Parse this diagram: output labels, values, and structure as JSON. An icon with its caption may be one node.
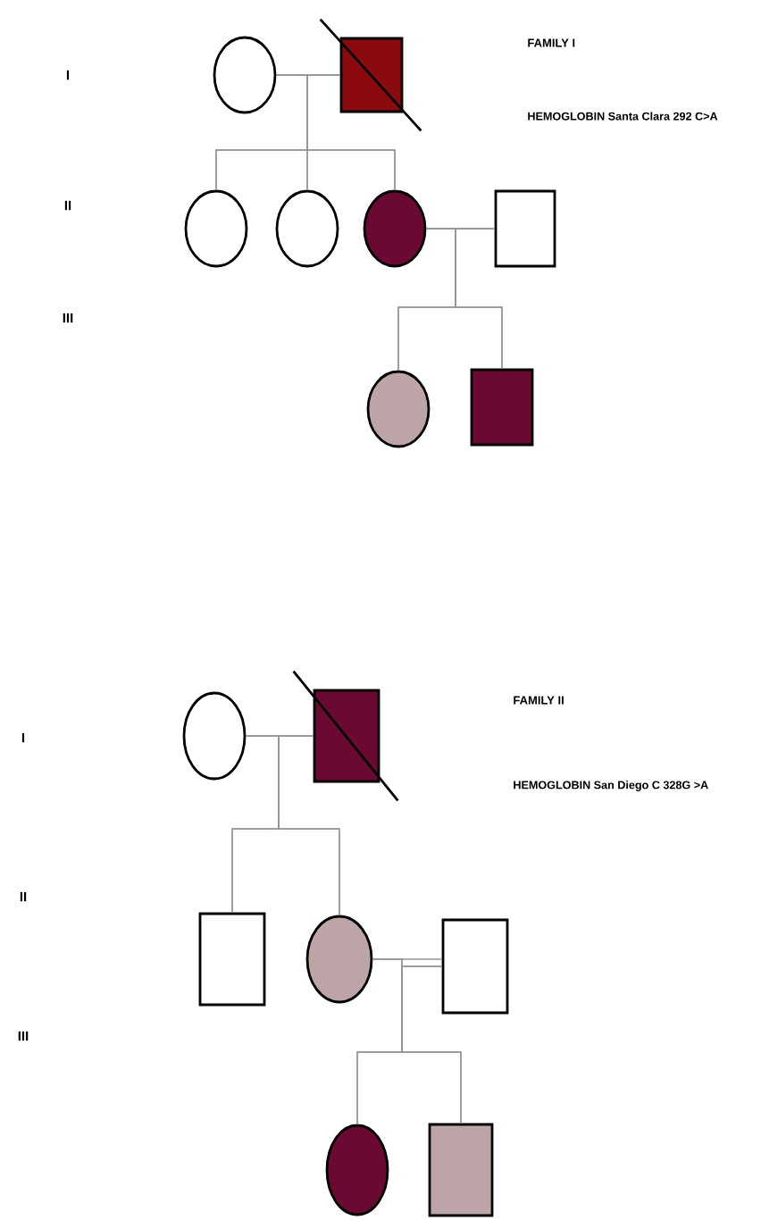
{
  "diagram": {
    "nodes": [
      {
        "text": [],
        "shape": "circle"
      },
      {
        "text": [],
        "shape": "box"
      },
      {
        "text": [],
        "shape": "circle"
      },
      {
        "text": [],
        "shape": "circle"
      },
      {
        "text": [],
        "shape": "circle"
      },
      {
        "text": [],
        "shape": "box"
      },
      {
        "text": [],
        "shape": "circle"
      },
      {
        "text": [],
        "shape": "box"
      },
      {
        "text": [],
        "shape": "circle"
      },
      {
        "text": [],
        "shape": "box"
      },
      {
        "text": [],
        "shape": "box"
      },
      {
        "text": [],
        "shape": "circle"
      },
      {
        "text": [],
        "shape": "box"
      },
      {
        "text": [],
        "shape": "circle"
      },
      {
        "text": [],
        "shape": "box"
      }
    ],
    "edges": [
      {
        "from": 0,
        "to": 1,
        "arrow": "none"
      },
      {
        "from": 0,
        "to": 2,
        "arrow": "none"
      },
      {
        "from": 0,
        "to": 3,
        "arrow": "none"
      },
      {
        "from": 0,
        "to": 4,
        "arrow": "none"
      },
      {
        "from": 1,
        "to": 2,
        "arrow": "none"
      },
      {
        "from": 1,
        "to": 3,
        "arrow": "none"
      },
      {
        "from": 1,
        "to": 4,
        "arrow": "none"
      },
      {
        "from": 4,
        "to": 5,
        "arrow": "none"
      },
      {
        "from": 4,
        "to": 6,
        "arrow": "none"
      },
      {
        "from": 4,
        "to": 7,
        "arrow": "none"
      },
      {
        "from": 5,
        "to": 6,
        "arrow": "none"
      },
      {
        "from": 5,
        "to": 7,
        "arrow": "none"
      },
      {
        "from": 8,
        "to": 9,
        "arrow": "none"
      },
      {
        "from": 8,
        "to": 10,
        "arrow": "none"
      },
      {
        "from": 8,
        "to": 11,
        "arrow": "none"
      },
      {
        "from": 9,
        "to": 10,
        "arrow": "none"
      },
      {
        "from": 9,
        "to": 11,
        "arrow": "none"
      },
      {
        "from": 11,
        "to": 12,
        "arrow": "none"
      },
      {
        "from": 11,
        "to": 13,
        "arrow": "none"
      },
      {
        "from": 11,
        "to": 14,
        "arrow": "none"
      },
      {
        "from": 12,
        "to": 13,
        "arrow": "none"
      },
      {
        "from": 12,
        "to": 14,
        "arrow": "none"
      }
    ],
    "labels": [
      "FAMILY I",
      "I",
      "HEMOGLOBIN Santa Clara 292 C>A",
      "II",
      "III",
      "FAMILY II",
      "I",
      "HEMOGLOBIN San Diego C 328G >A",
      "II",
      "III"
    ]
  }
}
